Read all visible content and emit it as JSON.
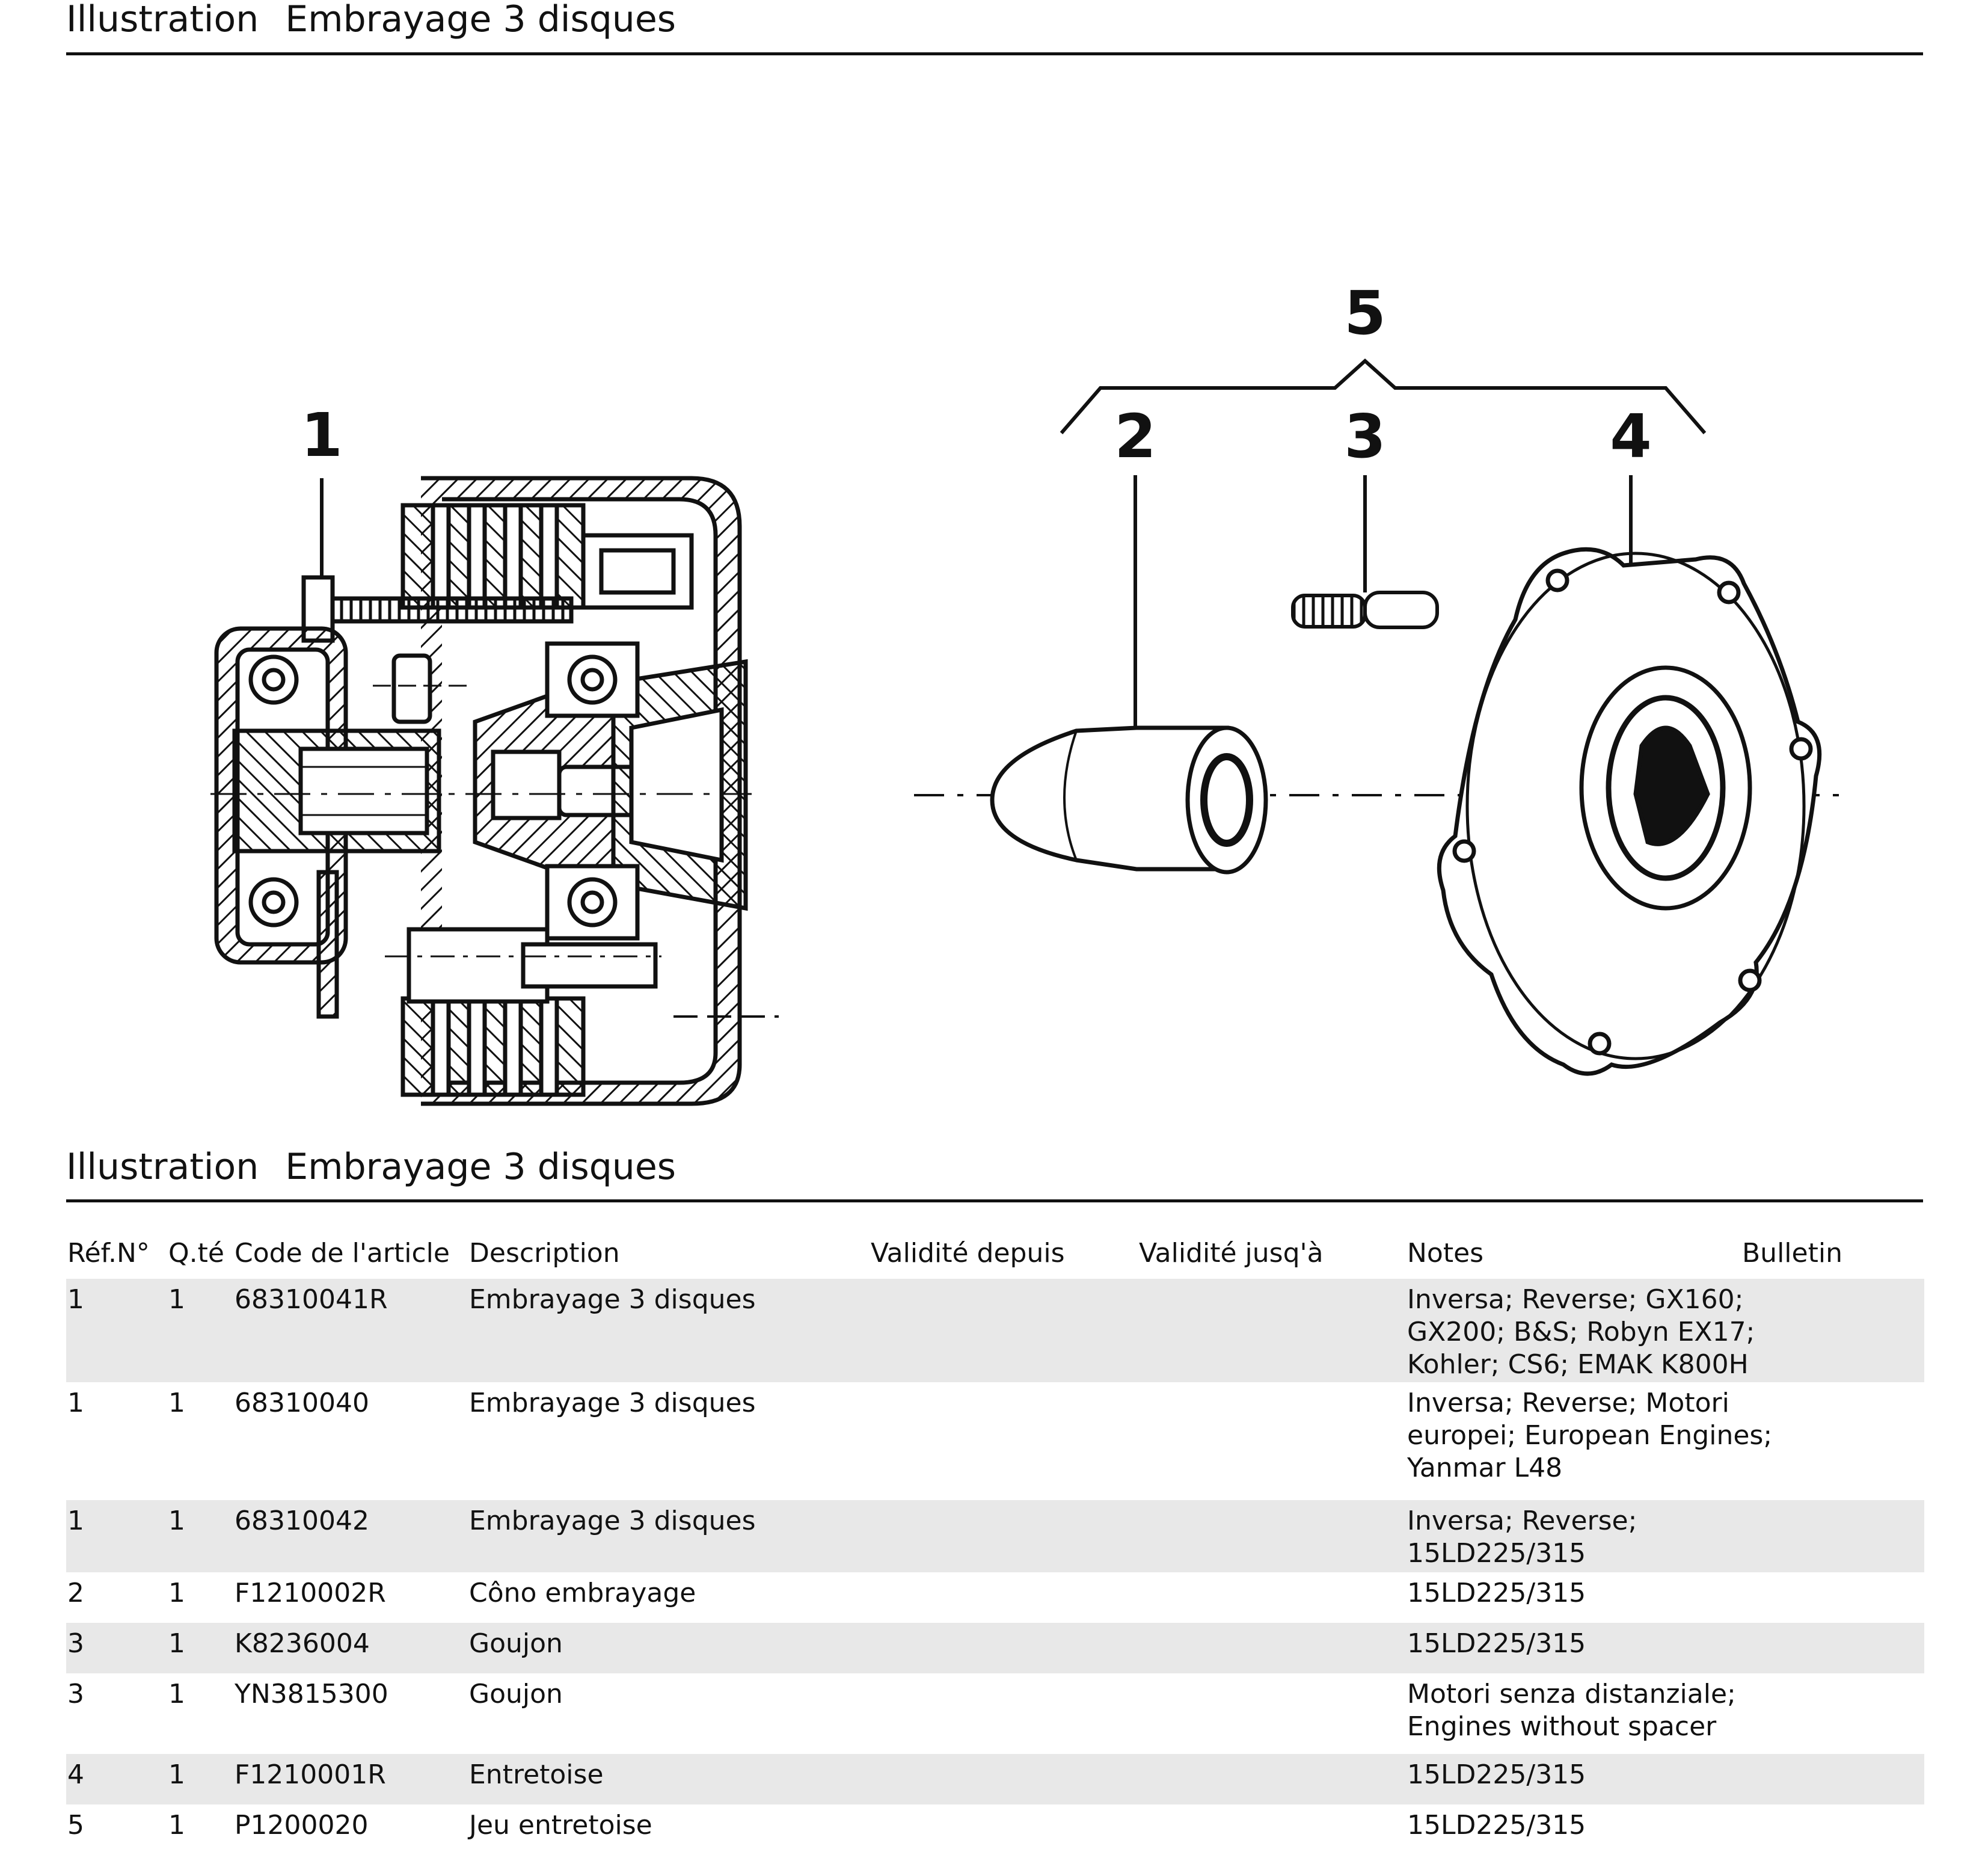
{
  "header": {
    "label": "Illustration",
    "title": "Embrayage 3 disques"
  },
  "callouts": [
    "1",
    "2",
    "3",
    "4",
    "5"
  ],
  "section": {
    "label": "Illustration",
    "title": "Embrayage 3 disques"
  },
  "table": {
    "columns": [
      "Réf.N°",
      "Q.té",
      "Code de l'article",
      "Description",
      "Validité depuis",
      "Validité jusq'à",
      "Notes",
      "Bulletin"
    ],
    "rows": [
      {
        "ref": "1",
        "qty": "1",
        "code": "68310041R",
        "description": "Embrayage 3 disques",
        "valid_from": "",
        "valid_to": "",
        "notes": [
          "Inversa; Reverse; GX160;",
          "GX200; B&S; Robyn EX17;",
          "Kohler; CS6; EMAK K800H"
        ],
        "bulletin": ""
      },
      {
        "ref": "1",
        "qty": "1",
        "code": "68310040",
        "description": "Embrayage 3 disques",
        "valid_from": "",
        "valid_to": "",
        "notes": [
          "Inversa; Reverse; Motori",
          "europei; European Engines;",
          "Yanmar L48"
        ],
        "bulletin": ""
      },
      {
        "ref": "1",
        "qty": "1",
        "code": "68310042",
        "description": "Embrayage 3 disques",
        "valid_from": "",
        "valid_to": "",
        "notes": [
          "Inversa; Reverse;",
          "15LD225/315"
        ],
        "bulletin": ""
      },
      {
        "ref": "2",
        "qty": "1",
        "code": "F1210002R",
        "description": "Côno embrayage",
        "valid_from": "",
        "valid_to": "",
        "notes": [
          "15LD225/315"
        ],
        "bulletin": ""
      },
      {
        "ref": "3",
        "qty": "1",
        "code": "K8236004",
        "description": "Goujon",
        "valid_from": "",
        "valid_to": "",
        "notes": [
          "15LD225/315"
        ],
        "bulletin": ""
      },
      {
        "ref": "3",
        "qty": "1",
        "code": "YN3815300",
        "description": "Goujon",
        "valid_from": "",
        "valid_to": "",
        "notes": [
          "Motori senza distanziale;",
          "Engines without spacer"
        ],
        "bulletin": ""
      },
      {
        "ref": "4",
        "qty": "1",
        "code": "F1210001R",
        "description": "Entretoise",
        "valid_from": "",
        "valid_to": "",
        "notes": [
          "15LD225/315"
        ],
        "bulletin": ""
      },
      {
        "ref": "5",
        "qty": "1",
        "code": "P1200020",
        "description": "Jeu entretoise",
        "valid_from": "",
        "valid_to": "",
        "notes": [
          "15LD225/315"
        ],
        "bulletin": ""
      }
    ]
  }
}
